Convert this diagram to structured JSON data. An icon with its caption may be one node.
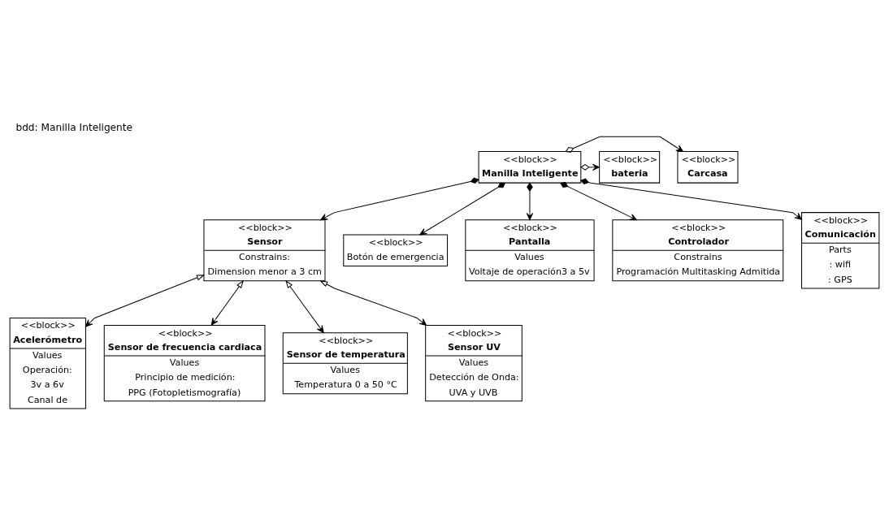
{
  "diagram": {
    "title": "bdd: Manilla Inteligente",
    "nodes": [
      {
        "text": [
          "<<block>>",
          "Manilla Inteligente"
        ]
      },
      {
        "text": [
          "<<block>>",
          "bateria"
        ]
      },
      {
        "text": [
          "<<block>>",
          "Carcasa"
        ]
      },
      {
        "text": [
          "<<block>>",
          "Sensor",
          "Constrains:",
          "Dimension menor a 3 cm"
        ]
      },
      {
        "text": [
          "<<block>>",
          "Botón de emergencia"
        ]
      },
      {
        "text": [
          "<<block>>",
          "Pantalla",
          "Values",
          "Voltaje de operación3 a 5v"
        ]
      },
      {
        "text": [
          "<<block>>",
          "Controlador",
          "Constrains",
          "Programación Multitasking Admitida"
        ]
      },
      {
        "text": [
          "<<block>>",
          "Comunicación",
          "Parts",
          ": wifi",
          ": GPS"
        ]
      },
      {
        "text": [
          "<<block>>",
          "Acelerómetro",
          "Values",
          "Operación:",
          "3v a 6v",
          "Canal de"
        ]
      },
      {
        "text": [
          "<<block>>",
          "Sensor de frecuencia cardiaca",
          "Values",
          "Principio de medición:",
          "PPG (Fotopletismografía)"
        ]
      },
      {
        "text": [
          "<<block>>",
          "Sensor de temperatura",
          "Values",
          "Temperatura 0 a 50 °C"
        ]
      },
      {
        "text": [
          "<<block>>",
          "Sensor UV",
          "Values",
          "Detección de Onda:",
          "UVA y UVB"
        ]
      }
    ],
    "edges": [
      {
        "from": 0,
        "to": 1,
        "arrow": "to"
      },
      {
        "from": 0,
        "to": 2,
        "arrow": "to"
      },
      {
        "from": 0,
        "to": 3,
        "arrow": "to"
      },
      {
        "from": 0,
        "to": 4,
        "arrow": "to"
      },
      {
        "from": 0,
        "to": 5,
        "arrow": "to"
      },
      {
        "from": 0,
        "to": 6,
        "arrow": "to"
      },
      {
        "from": 0,
        "to": 7,
        "arrow": "to"
      },
      {
        "from": 3,
        "to": 8,
        "arrow": "both"
      },
      {
        "from": 3,
        "to": 9,
        "arrow": "both"
      },
      {
        "from": 3,
        "to": 10,
        "arrow": "both"
      },
      {
        "from": 3,
        "to": 11,
        "arrow": "both"
      }
    ]
  }
}
